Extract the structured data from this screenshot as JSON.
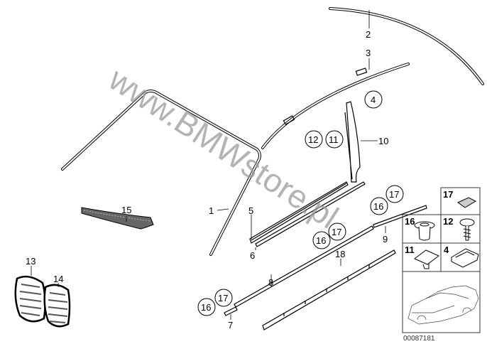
{
  "watermark": "www.BMWstore.pl",
  "diagram_code": "00087181",
  "callouts": {
    "p1": "1",
    "p2": "2",
    "p3": "3",
    "p4": "4",
    "p5": "5",
    "p6": "6",
    "p7": "7",
    "p8": "8",
    "p9": "9",
    "p10": "10",
    "p11": "11",
    "p12": "12",
    "p13": "13",
    "p14": "14",
    "p15": "15",
    "p16": "16",
    "p17": "17",
    "p18": "18"
  },
  "legend_boxes": {
    "b17": "17",
    "b16": "16",
    "b12": "12",
    "b11": "11",
    "b4": "4"
  }
}
